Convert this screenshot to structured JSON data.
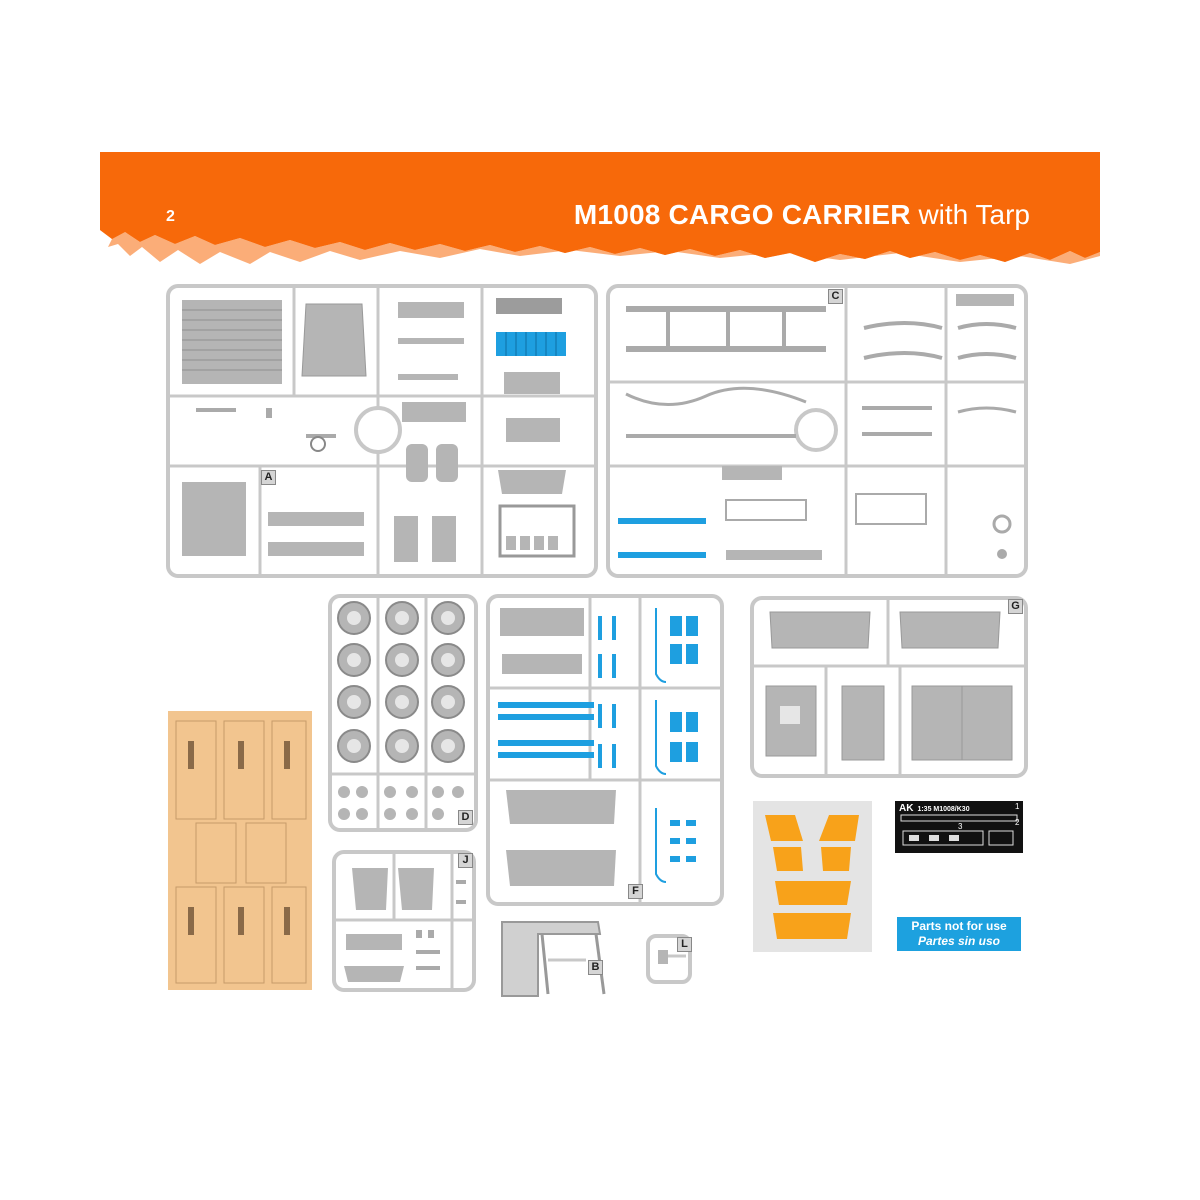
{
  "header": {
    "page_number": "2",
    "title_bold": "M1008 CARGO CARRIER",
    "title_rest": "with Tarp",
    "accent_color": "#f7690a"
  },
  "sprues": {
    "a": {
      "letter": "A"
    },
    "b": {
      "letter": "B"
    },
    "c": {
      "letter": "C"
    },
    "d": {
      "letter": "D"
    },
    "f": {
      "letter": "F"
    },
    "g": {
      "letter": "G"
    },
    "j": {
      "letter": "J"
    },
    "l": {
      "letter": "L"
    }
  },
  "photoetch": {
    "brand": "AK",
    "label": "1:35 M1008/K30",
    "numbers": [
      "1",
      "2",
      "3"
    ]
  },
  "notice": {
    "line_en": "Parts not for use",
    "line_es": "Partes sin uso",
    "color": "#1da1df"
  },
  "colors": {
    "sprue_gray": "#c8c8c8",
    "part_gray": "#b5b5b5",
    "highlight_blue": "#1e9fe0",
    "clear_orange": "#f8a21a",
    "decal_tan": "#f2c58f"
  }
}
